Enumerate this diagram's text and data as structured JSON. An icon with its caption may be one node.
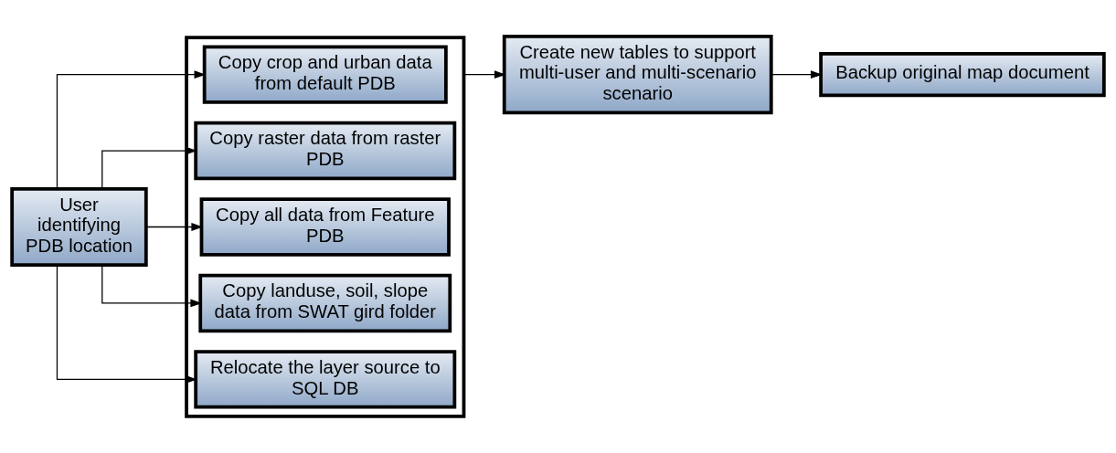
{
  "diagram": {
    "nodes": [
      {
        "text": [
          "User identifying PDB location"
        ]
      },
      {
        "text": [],
        "shape": "box"
      },
      {
        "text": [
          "Copy crop and urban data from default PDB"
        ],
        "in": 1
      },
      {
        "text": [
          "Copy raster data from raster PDB"
        ],
        "in": 1
      },
      {
        "text": [
          "Copy all data from Feature PDB"
        ],
        "in": 1
      },
      {
        "text": [
          "Copy landuse, soil, slope data from SWAT gird folder"
        ],
        "in": 1
      },
      {
        "text": [
          "Relocate the layer source to SQL DB"
        ],
        "in": 1
      },
      {
        "text": [
          "Create new tables to support multi-user and multi-scenario scenario"
        ]
      },
      {
        "text": [
          "Backup original map document"
        ]
      }
    ],
    "edges": [
      {
        "from": 0,
        "to": 2,
        "arrow": "to"
      },
      {
        "from": 0,
        "to": 3,
        "arrow": "to"
      },
      {
        "from": 0,
        "to": 4,
        "arrow": "to"
      },
      {
        "from": 0,
        "to": 5,
        "arrow": "to"
      },
      {
        "from": 0,
        "to": 6,
        "arrow": "to"
      },
      {
        "from": 1,
        "to": 7,
        "arrow": "to"
      },
      {
        "from": 7,
        "to": 8,
        "arrow": "to"
      }
    ]
  }
}
